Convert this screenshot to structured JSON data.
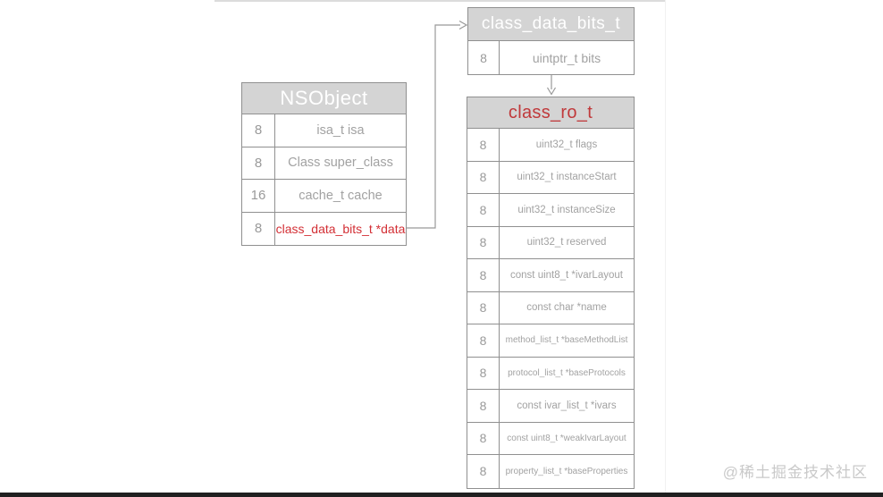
{
  "watermark": "@稀土掘金技术社区",
  "colors": {
    "header_bg": "#d4d4d4",
    "border_gray": "#909090",
    "field_gray": "#a2a2a2",
    "size_gray": "#9a9a9a",
    "red_dark": "#c0393b",
    "red_bright": "#d32f35",
    "arrow_gray": "#999999",
    "watermark_gray": "#c9c9c9"
  },
  "tables": {
    "nsobject": {
      "title": "NSObject",
      "rows": [
        {
          "size": "8",
          "field": "isa_t isa"
        },
        {
          "size": "8",
          "field": "Class super_class"
        },
        {
          "size": "16",
          "field": "cache_t cache"
        },
        {
          "size": "8",
          "field": "class_data_bits_t *data",
          "highlight": true
        }
      ]
    },
    "class_data_bits": {
      "title": "class_data_bits_t",
      "rows": [
        {
          "size": "8",
          "field": "uintptr_t bits"
        }
      ]
    },
    "class_ro": {
      "title": "class_ro_t",
      "rows": [
        {
          "size": "8",
          "field": "uint32_t flags"
        },
        {
          "size": "8",
          "field": "uint32_t instanceStart"
        },
        {
          "size": "8",
          "field": "uint32_t instanceSize"
        },
        {
          "size": "8",
          "field": "uint32_t reserved"
        },
        {
          "size": "8",
          "field": "const uint8_t *ivarLayout"
        },
        {
          "size": "8",
          "field": "const char *name"
        },
        {
          "size": "8",
          "field": "method_list_t *baseMethodList"
        },
        {
          "size": "8",
          "field": "protocol_list_t *baseProtocols"
        },
        {
          "size": "8",
          "field": "const ivar_list_t *ivars"
        },
        {
          "size": "8",
          "field": "const uint8_t *weakIvarLayout"
        },
        {
          "size": "8",
          "field": "property_list_t *baseProperties"
        }
      ]
    }
  },
  "arrows": {
    "data_to_bits": "NSObject *data row points to class_data_bits_t",
    "bits_to_ro": "class_data_bits_t points down to class_ro_t"
  }
}
